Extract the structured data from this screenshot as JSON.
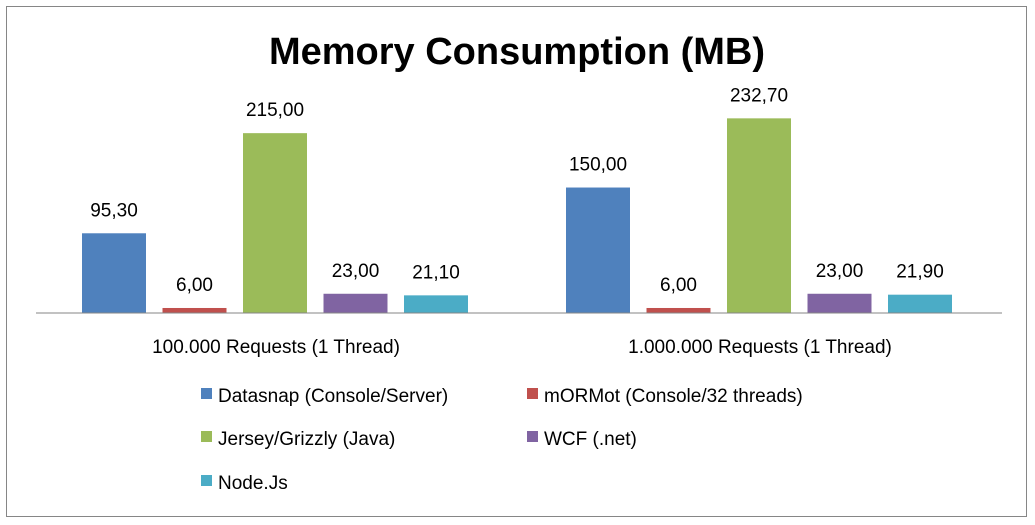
{
  "chart_data": {
    "type": "bar",
    "title": "Memory Consumption (MB)",
    "xlabel": "",
    "ylabel": "",
    "ylim": [
      0,
      250
    ],
    "grid": false,
    "legend_position": "bottom",
    "categories": [
      "100.000 Requests (1 Thread)",
      "1.000.000 Requests (1 Thread)"
    ],
    "series": [
      {
        "name": "Datasnap (Console/Server)",
        "color": "#4F81BD",
        "values": [
          95.3,
          150.0
        ],
        "labels": [
          "95,30",
          "150,00"
        ]
      },
      {
        "name": "mORMot (Console/32 threads)",
        "color": "#C0504D",
        "values": [
          6.0,
          6.0
        ],
        "labels": [
          "6,00",
          "6,00"
        ]
      },
      {
        "name": "Jersey/Grizzly (Java)",
        "color": "#9BBB59",
        "values": [
          215.0,
          232.7
        ],
        "labels": [
          "215,00",
          "232,70"
        ]
      },
      {
        "name": "WCF (.net)",
        "color": "#8064A2",
        "values": [
          23.0,
          23.0
        ],
        "labels": [
          "23,00",
          "23,00"
        ]
      },
      {
        "name": "Node.Js",
        "color": "#4BACC6",
        "values": [
          21.1,
          21.9
        ],
        "labels": [
          "21,10",
          "21,90"
        ]
      }
    ]
  }
}
